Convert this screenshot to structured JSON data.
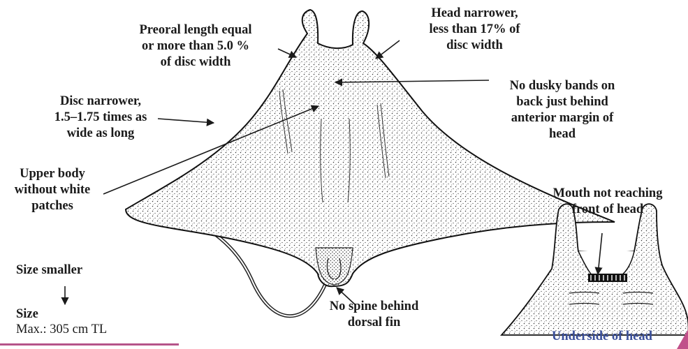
{
  "labels": {
    "preoral": [
      "Preoral length equal",
      "or more than 5.0 %",
      "of disc width"
    ],
    "head_narrower": [
      "Head narrower,",
      "less than 17% of",
      "disc width"
    ],
    "dusky_bands": [
      "No dusky bands on",
      "back just behind",
      "anterior margin of",
      "head"
    ],
    "disc_narrower": [
      "Disc narrower,",
      "1.5–1.75 times as",
      "wide as long"
    ],
    "upper_body": [
      "Upper body",
      "without white",
      "patches"
    ],
    "mouth": [
      "Mouth not reaching",
      "front of head"
    ],
    "size_smaller": "Size smaller",
    "spine": [
      "No spine behind",
      "dorsal fin"
    ]
  },
  "size": {
    "title": "Size",
    "value": "Max.: 305 cm TL"
  },
  "inset_caption": "Underside of head",
  "colors": {
    "text": "#1a1a1a",
    "caption": "#3a4f9a",
    "accent_bar": "#b5548a",
    "corner": "#c0508a"
  }
}
